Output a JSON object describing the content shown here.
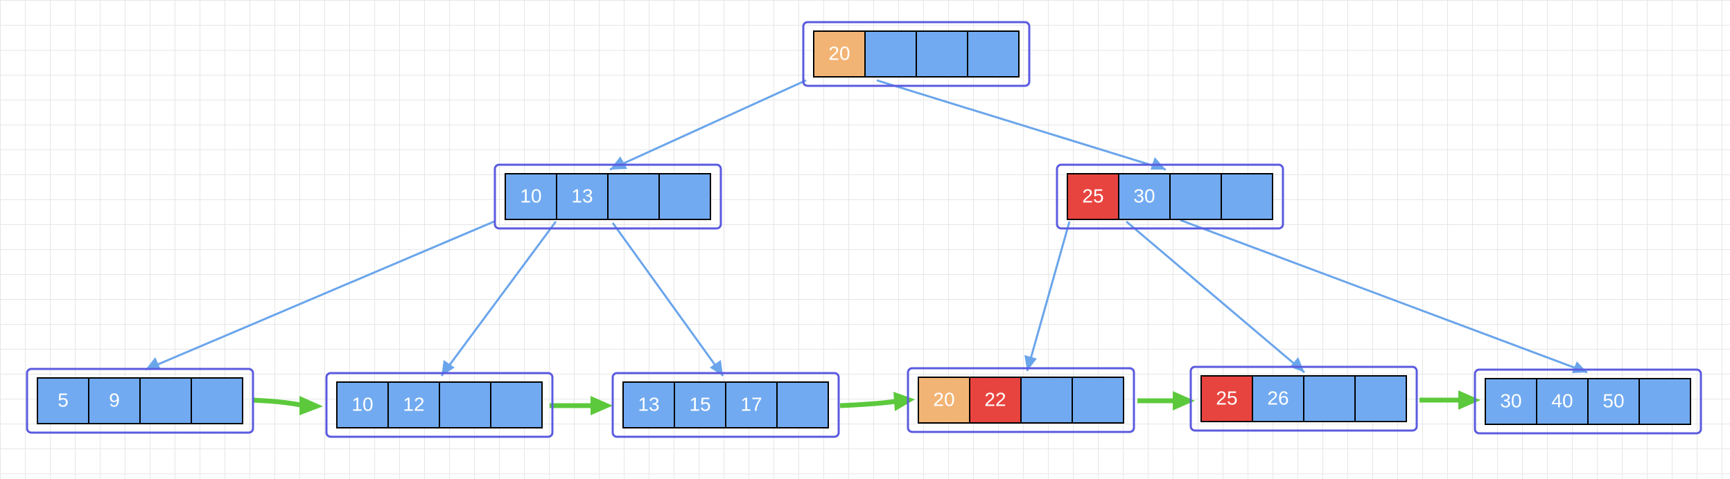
{
  "colors": {
    "cell_default": "#71aaf0",
    "cell_orange": "#f2b475",
    "cell_red": "#e8443f",
    "node_outline": "#5a5ae0",
    "cell_border": "#000000",
    "edge_blue": "#6aa5eb",
    "edge_green": "#5cc93c",
    "text": "#ffffff"
  },
  "tree": {
    "root": {
      "cells": [
        {
          "text": "20",
          "color": "orange"
        },
        {
          "text": "",
          "color": "default"
        },
        {
          "text": "",
          "color": "default"
        },
        {
          "text": "",
          "color": "default"
        }
      ]
    },
    "internal_left": {
      "cells": [
        {
          "text": "10",
          "color": "default"
        },
        {
          "text": "13",
          "color": "default"
        },
        {
          "text": "",
          "color": "default"
        },
        {
          "text": "",
          "color": "default"
        }
      ]
    },
    "internal_right": {
      "cells": [
        {
          "text": "25",
          "color": "red"
        },
        {
          "text": "30",
          "color": "default"
        },
        {
          "text": "",
          "color": "default"
        },
        {
          "text": "",
          "color": "default"
        }
      ]
    },
    "leaves": [
      {
        "cells": [
          {
            "text": "5",
            "color": "default"
          },
          {
            "text": "9",
            "color": "default"
          },
          {
            "text": "",
            "color": "default"
          },
          {
            "text": "",
            "color": "default"
          }
        ]
      },
      {
        "cells": [
          {
            "text": "10",
            "color": "default"
          },
          {
            "text": "12",
            "color": "default"
          },
          {
            "text": "",
            "color": "default"
          },
          {
            "text": "",
            "color": "default"
          }
        ]
      },
      {
        "cells": [
          {
            "text": "13",
            "color": "default"
          },
          {
            "text": "15",
            "color": "default"
          },
          {
            "text": "17",
            "color": "default"
          },
          {
            "text": "",
            "color": "default"
          }
        ]
      },
      {
        "cells": [
          {
            "text": "20",
            "color": "orange"
          },
          {
            "text": "22",
            "color": "red"
          },
          {
            "text": "",
            "color": "default"
          },
          {
            "text": "",
            "color": "default"
          }
        ]
      },
      {
        "cells": [
          {
            "text": "25",
            "color": "red"
          },
          {
            "text": "26",
            "color": "default"
          },
          {
            "text": "",
            "color": "default"
          },
          {
            "text": "",
            "color": "default"
          }
        ]
      },
      {
        "cells": [
          {
            "text": "30",
            "color": "default"
          },
          {
            "text": "40",
            "color": "default"
          },
          {
            "text": "50",
            "color": "default"
          },
          {
            "text": "",
            "color": "default"
          }
        ]
      }
    ]
  }
}
